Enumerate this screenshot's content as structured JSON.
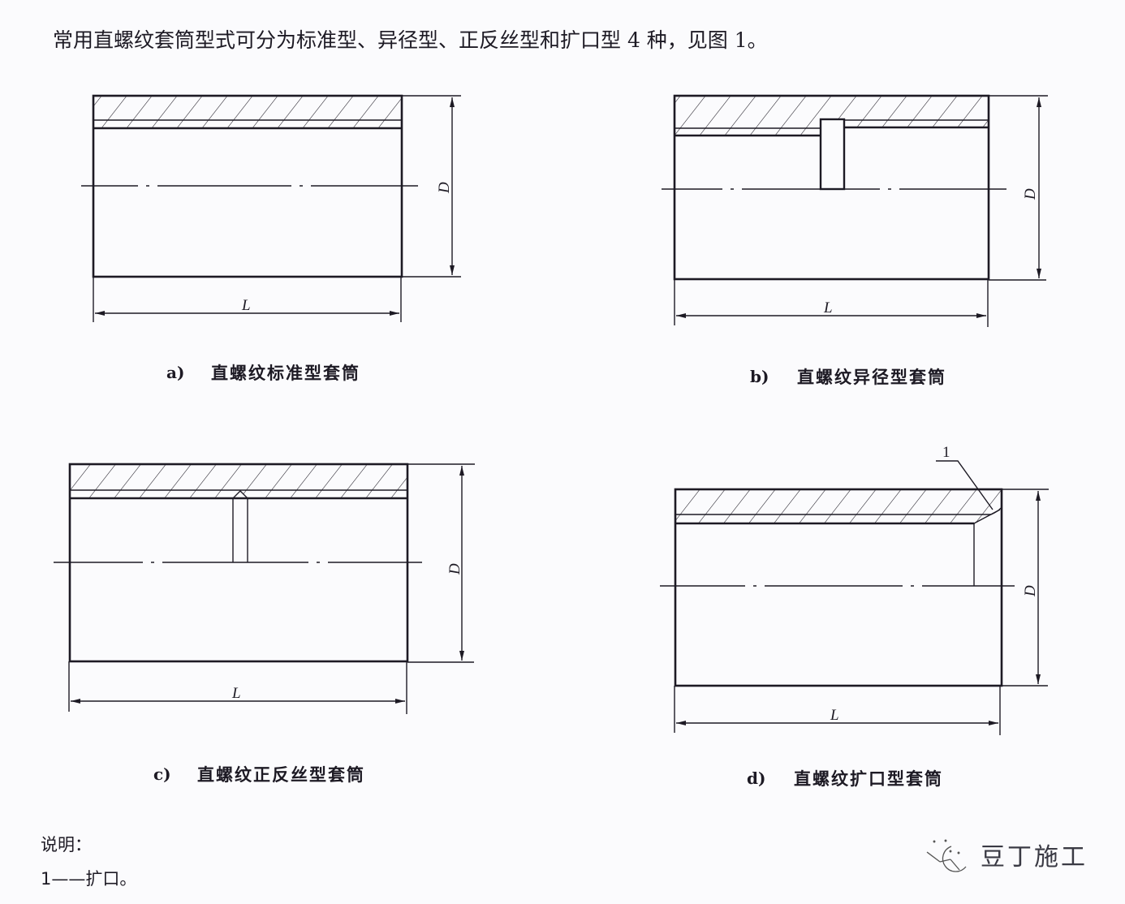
{
  "intro": {
    "text": "常用直螺纹套筒型式可分为标准型、异径型、正反丝型和扩口型 4 种，见图 1。"
  },
  "figures": [
    {
      "id": "a",
      "letter": "a)",
      "caption": "直螺纹标准型套筒",
      "dim_length": "L",
      "dim_diameter": "D"
    },
    {
      "id": "b",
      "letter": "b)",
      "caption": "直螺纹异径型套筒",
      "dim_length": "L",
      "dim_diameter": "D"
    },
    {
      "id": "c",
      "letter": "c)",
      "caption": "直螺纹正反丝型套筒",
      "dim_length": "L",
      "dim_diameter": "D"
    },
    {
      "id": "d",
      "letter": "d)",
      "caption": "直螺纹扩口型套筒",
      "dim_length": "L",
      "dim_diameter": "D",
      "callout": "1"
    }
  ],
  "legend": {
    "title": "说明：",
    "items": [
      {
        "text": "1——扩口。"
      }
    ]
  },
  "watermark": {
    "icon": "wechat-icon",
    "text": "豆丁施工",
    "color": "#3a3a44"
  }
}
